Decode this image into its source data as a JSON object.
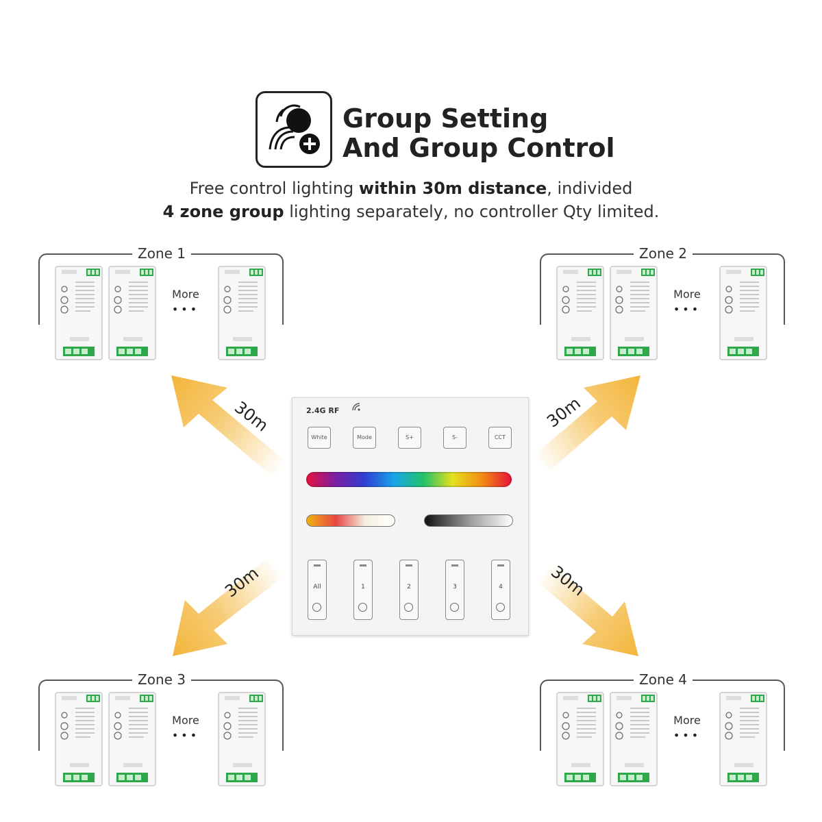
{
  "header": {
    "title_line1": "Group Setting",
    "title_line2": "And Group Control",
    "subtitle_l1_a": "Free control lighting ",
    "subtitle_l1_b": "within 30m distance",
    "subtitle_l1_c": ", individed",
    "subtitle_l2_a": "4 zone group",
    "subtitle_l2_b": " lighting separately, no controller Qty limited."
  },
  "zones": [
    {
      "label": "Zone 1",
      "more": "More",
      "dots": "•••"
    },
    {
      "label": "Zone 2",
      "more": "More",
      "dots": "•••"
    },
    {
      "label": "Zone 3",
      "more": "More",
      "dots": "•••"
    },
    {
      "label": "Zone 4",
      "more": "More",
      "dots": "•••"
    }
  ],
  "arrows": {
    "distance": "30m"
  },
  "panel": {
    "rf_label": "2.4G RF",
    "buttons": [
      "White",
      "Mode",
      "S+",
      "S-",
      "CCT"
    ],
    "zone_buttons": [
      "All",
      "1",
      "2",
      "3",
      "4"
    ]
  },
  "colors": {
    "arrow": "#f3b53a",
    "text": "#222222"
  }
}
